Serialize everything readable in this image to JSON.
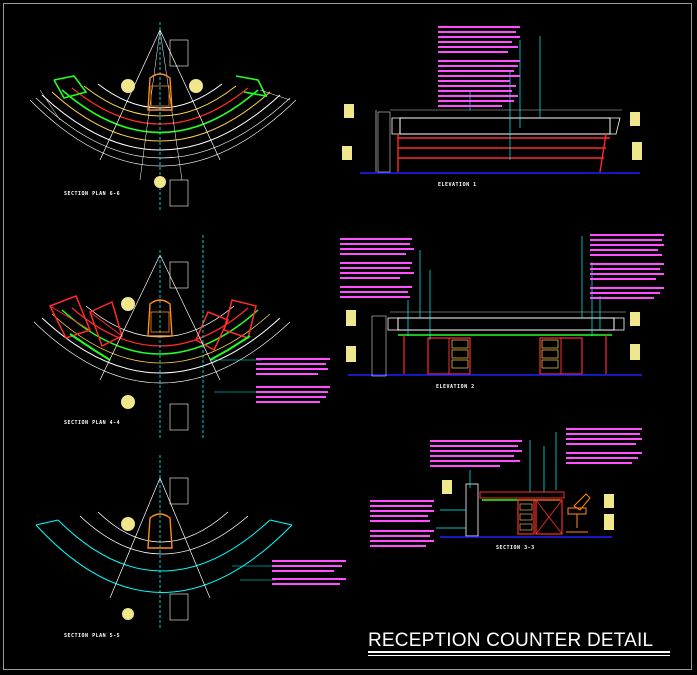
{
  "drawing": {
    "title": "RECEPTION COUNTER DETAIL",
    "labels": {
      "plan_top": "SECTION PLAN 6-6",
      "plan_mid": "SECTION PLAN 4-4",
      "plan_bot": "SECTION PLAN 5-5",
      "elev1": "ELEVATION 1",
      "elev2": "ELEVATION 2",
      "sect3": "SECTION 3-3"
    },
    "colors": {
      "background": "#000000",
      "frame": "#9a9a9a",
      "outline": "#ffffff",
      "annotation": "#ff4dff",
      "leader": "#00ffff",
      "edge_red": "#ff2a2a",
      "edge_green": "#22ff22",
      "chair_orange": "#ff8c1a",
      "dimension_yellow": "#f0e68c",
      "floor_blue": "#2020ff"
    }
  }
}
